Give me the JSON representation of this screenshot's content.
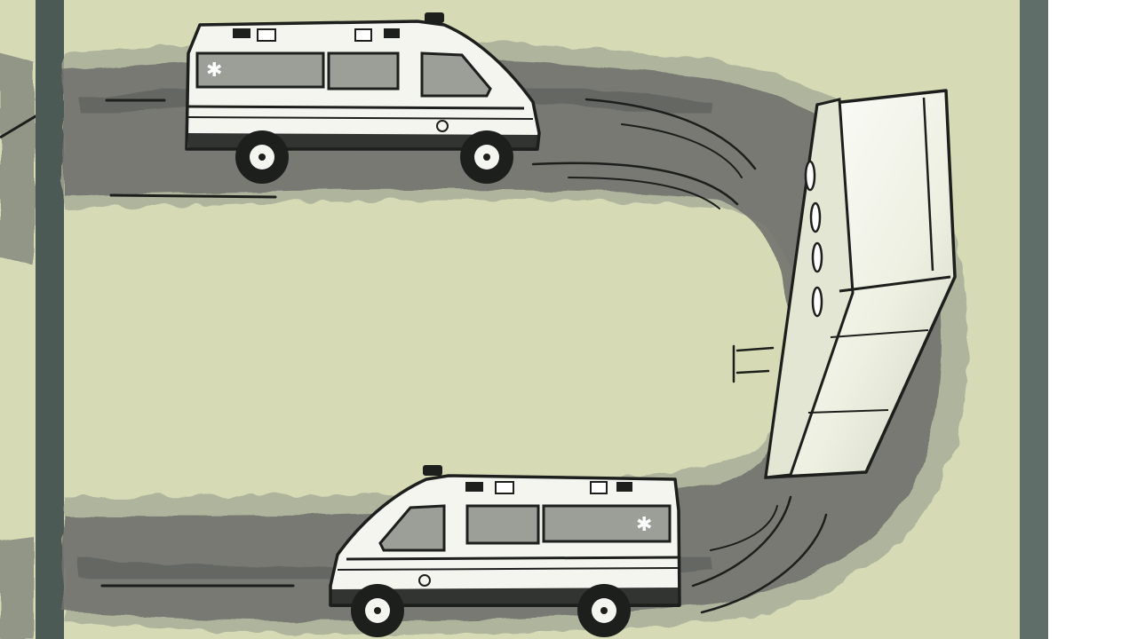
{
  "illustration": {
    "colors": {
      "background_outside": "#ffffff",
      "panel_fill": "#d6dbb6",
      "frame_dark": "#4b5a55",
      "frame_light": "#5f6e68",
      "road": "#6f726d",
      "road_light": "#9aa08f",
      "vehicle_body": "#f4f5ee",
      "vehicle_window": "#9c9f98",
      "ink": "#1d1f1c"
    },
    "vehicles": [
      {
        "kind": "ambulance",
        "facing": "right",
        "lane": "top"
      },
      {
        "kind": "ambulance",
        "facing": "left",
        "lane": "bottom"
      }
    ],
    "obstacle": {
      "kind": "tall-block",
      "position": "right-curve"
    }
  }
}
